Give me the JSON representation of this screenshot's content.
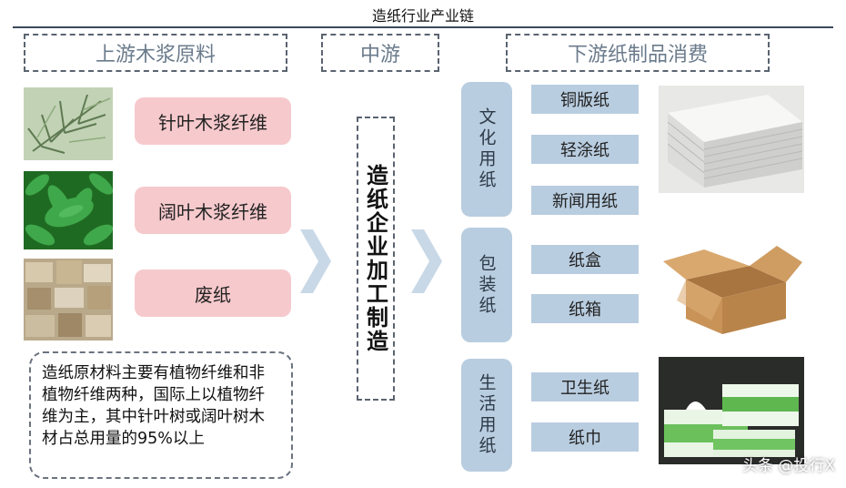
{
  "title": "造纸行业产业链",
  "sections": {
    "upstream": "上游木浆原料",
    "midstream": "中游",
    "downstream": "下游纸制品消费"
  },
  "upstream_items": [
    "针叶木浆纤维",
    "阔叶木浆纤维",
    "废纸"
  ],
  "note": "造纸原材料主要有植物纤维和非植物纤维两种，国际上以植物纤维为主，其中针叶树或阔叶树木材占总用量的95%以上",
  "midstream_label": "造纸企业加工制造",
  "categories": [
    {
      "label": "文化用纸",
      "items": [
        "铜版纸",
        "轻涂纸",
        "新闻用纸"
      ]
    },
    {
      "label": "包装纸",
      "items": [
        "纸盒",
        "纸箱"
      ]
    },
    {
      "label": "生活用纸",
      "items": [
        "卫生纸",
        "纸巾"
      ]
    }
  ],
  "watermark": "头条 @投行X",
  "colors": {
    "pink": "#f6c9cc",
    "blue": "#b9cde0",
    "arrow": "#c9d8e6"
  }
}
